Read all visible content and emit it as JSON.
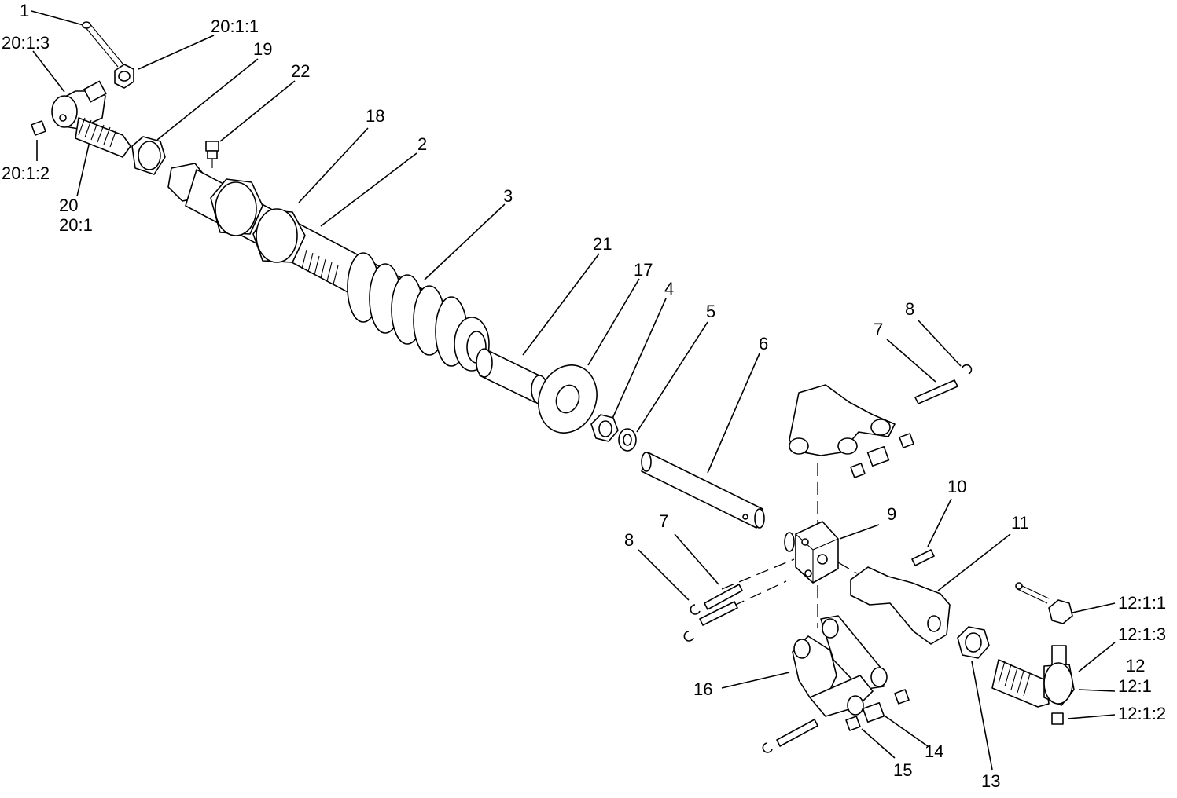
{
  "callouts": [
    {
      "id": "c1",
      "text": "1"
    },
    {
      "id": "c20_1_3",
      "text": "20:1:3"
    },
    {
      "id": "c20_1_1",
      "text": "20:1:1"
    },
    {
      "id": "c19",
      "text": "19"
    },
    {
      "id": "c22",
      "text": "22"
    },
    {
      "id": "c18",
      "text": "18"
    },
    {
      "id": "c2",
      "text": "2"
    },
    {
      "id": "c20_1_2",
      "text": "20:1:2"
    },
    {
      "id": "c20",
      "text": "20"
    },
    {
      "id": "c20_1",
      "text": "20:1"
    },
    {
      "id": "c3",
      "text": "3"
    },
    {
      "id": "c21",
      "text": "21"
    },
    {
      "id": "c17",
      "text": "17"
    },
    {
      "id": "c4",
      "text": "4"
    },
    {
      "id": "c5",
      "text": "5"
    },
    {
      "id": "c6",
      "text": "6"
    },
    {
      "id": "c8a",
      "text": "8"
    },
    {
      "id": "c7a",
      "text": "7"
    },
    {
      "id": "c9",
      "text": "9"
    },
    {
      "id": "c10",
      "text": "10"
    },
    {
      "id": "c11",
      "text": "11"
    },
    {
      "id": "c7b",
      "text": "7"
    },
    {
      "id": "c8b",
      "text": "8"
    },
    {
      "id": "c12_1_1",
      "text": "12:1:1"
    },
    {
      "id": "c12_1_3",
      "text": "12:1:3"
    },
    {
      "id": "c12",
      "text": "12"
    },
    {
      "id": "c12_1",
      "text": "12:1"
    },
    {
      "id": "c12_1_2",
      "text": "12:1:2"
    },
    {
      "id": "c16",
      "text": "16"
    },
    {
      "id": "c14",
      "text": "14"
    },
    {
      "id": "c15",
      "text": "15"
    },
    {
      "id": "c13",
      "text": "13"
    }
  ]
}
